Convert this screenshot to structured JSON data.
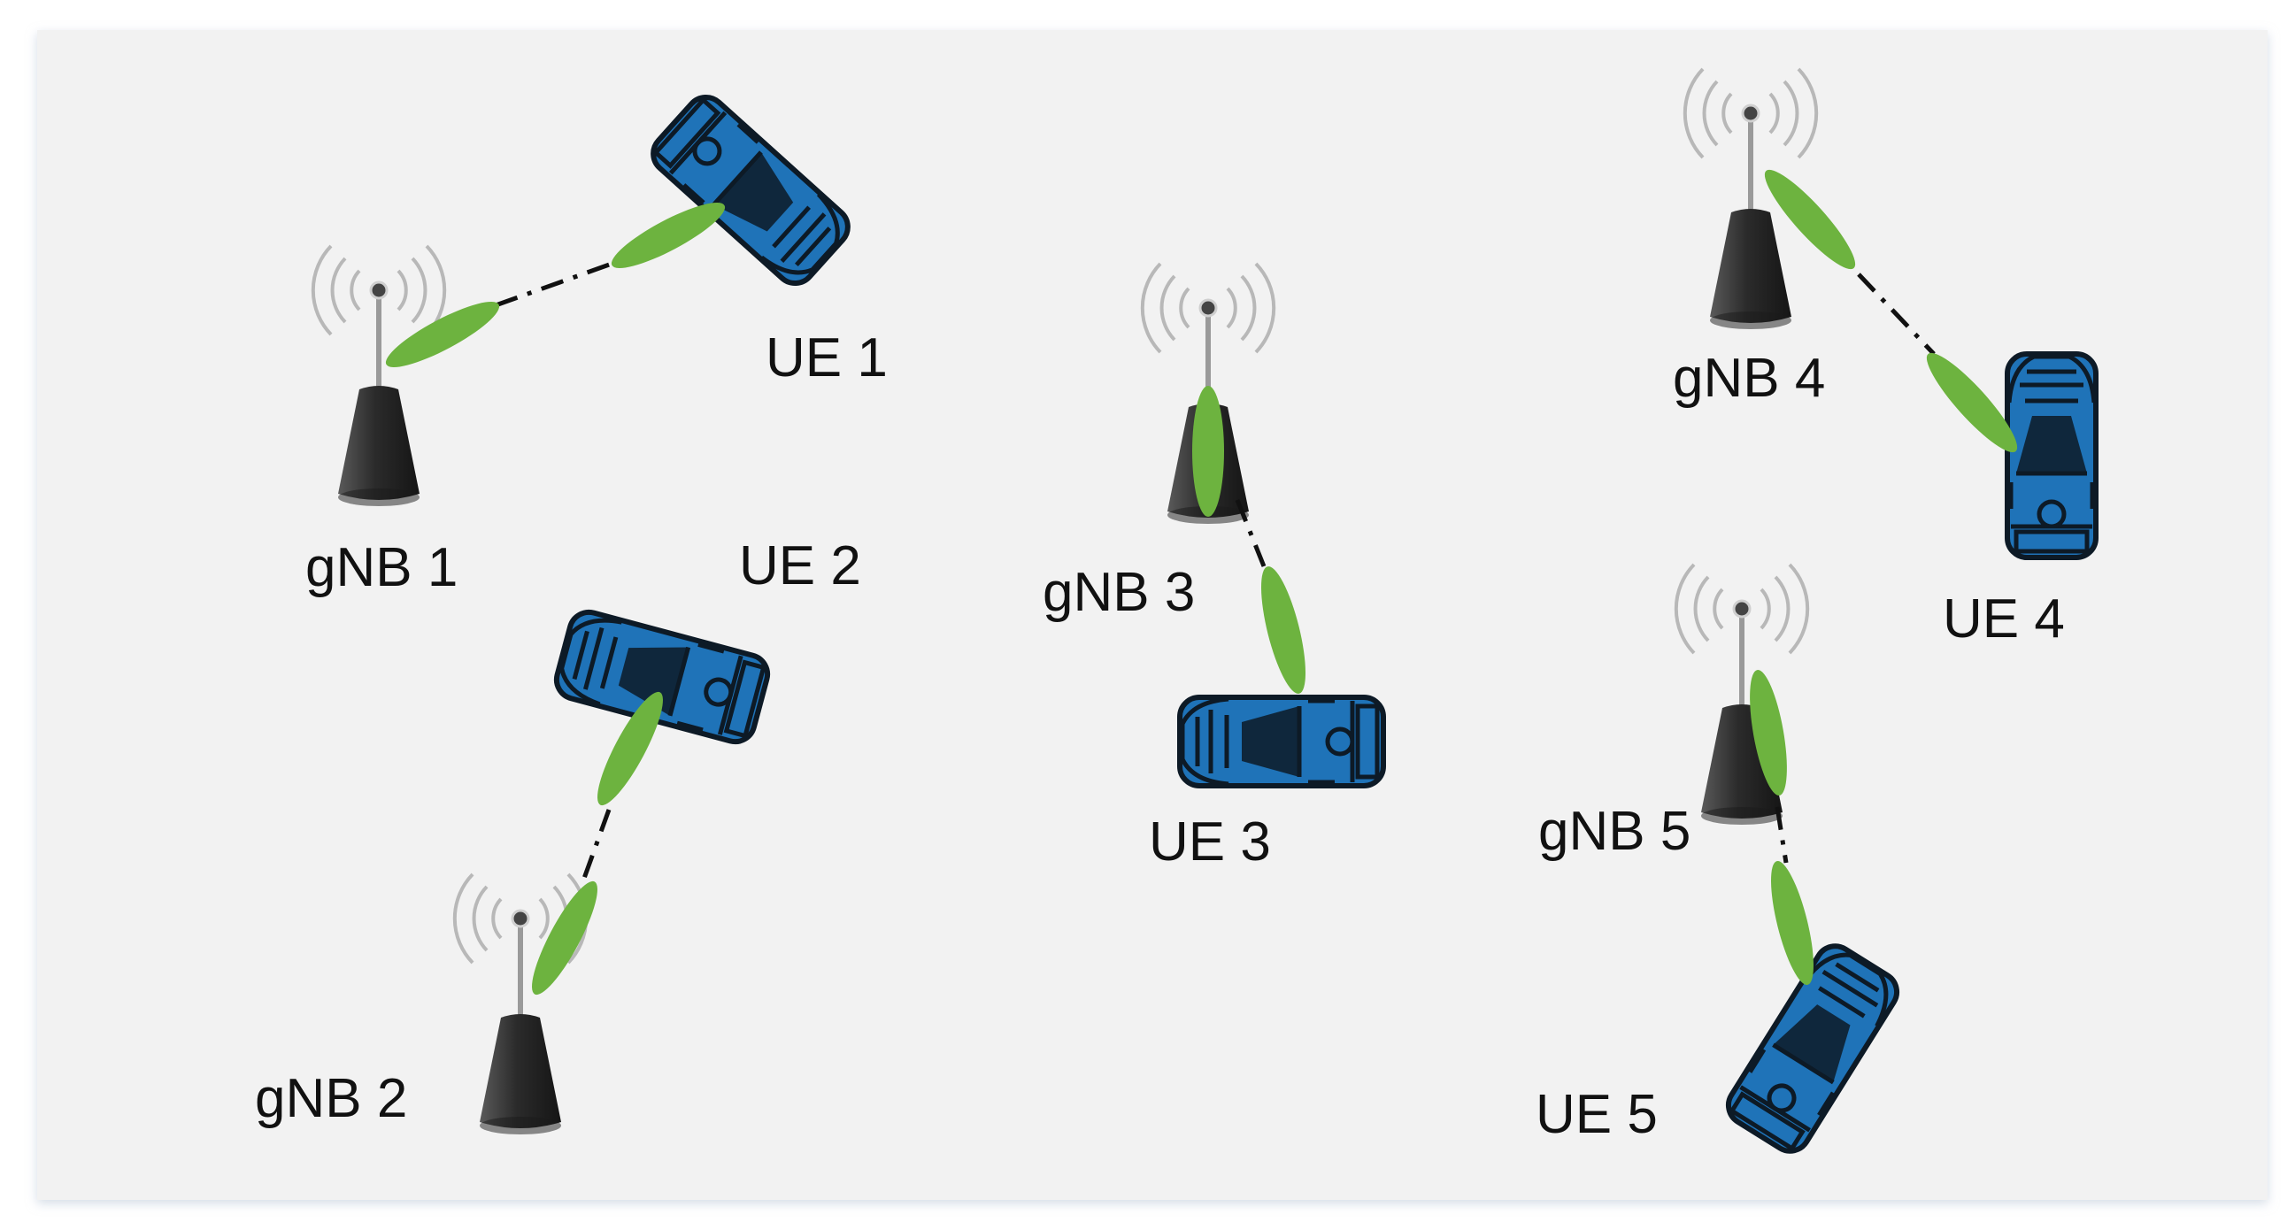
{
  "diagram": {
    "base_stations": [
      {
        "label": "gNB 1"
      },
      {
        "label": "gNB 2"
      },
      {
        "label": "gNB 3"
      },
      {
        "label": "gNB 4"
      },
      {
        "label": "gNB 5"
      }
    ],
    "user_equipment": [
      {
        "label": "UE 1"
      },
      {
        "label": "UE 2"
      },
      {
        "label": "UE 3"
      },
      {
        "label": "UE 4"
      },
      {
        "label": "UE 5"
      }
    ],
    "colors": {
      "background_panel": "#f2f2f2",
      "beam": "#6db33f",
      "vehicle": "#1f73b8",
      "tower": "#2e2e2e",
      "link": "#111111"
    }
  }
}
